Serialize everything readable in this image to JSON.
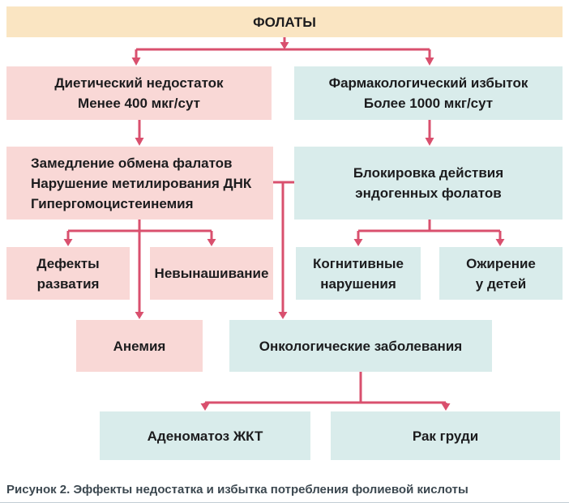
{
  "colors": {
    "root_bg": "#FAE5C2",
    "deficit_bg": "#F9D8D6",
    "excess_bg": "#D9ECEB",
    "arrow": "#D9506E",
    "box_text": "#1C1C1E",
    "caption_text": "#3C4850",
    "bottom_rule": "#C2CDD4"
  },
  "nodes": {
    "root": {
      "label": "ФОЛАТЫ"
    },
    "diet": {
      "lines": [
        "Диетический недостаток",
        "Менее 400 мкг/сут"
      ]
    },
    "pharm": {
      "lines": [
        "Фармакологический избыток",
        "Более 1000 мкг/сут"
      ]
    },
    "slow": {
      "lines": [
        "Замедление обмена фалатов",
        "Нарушение метилирования ДНК",
        "Гипергомоцистеинемия"
      ]
    },
    "block": {
      "lines": [
        "Блокировка действия",
        "эндогенных фолатов"
      ]
    },
    "defects": {
      "lines": [
        "Дефекты",
        "разватия"
      ]
    },
    "miscarriage": {
      "label": "Невынашивание"
    },
    "cognitive": {
      "lines": [
        "Когнитивные",
        "нарушения"
      ]
    },
    "obesity": {
      "lines": [
        "Ожирение",
        "у детей"
      ]
    },
    "anemia": {
      "label": "Анемия"
    },
    "oncology": {
      "label": "Онкологические заболевания"
    },
    "adenomatosis": {
      "label": "Аденоматоз ЖКТ"
    },
    "breast_cancer": {
      "label": "Рак груди"
    }
  },
  "caption": {
    "label": "Рисунок 2.",
    "text": "Эффекты недостатка и избытка потребления фолиевой кислоты"
  }
}
